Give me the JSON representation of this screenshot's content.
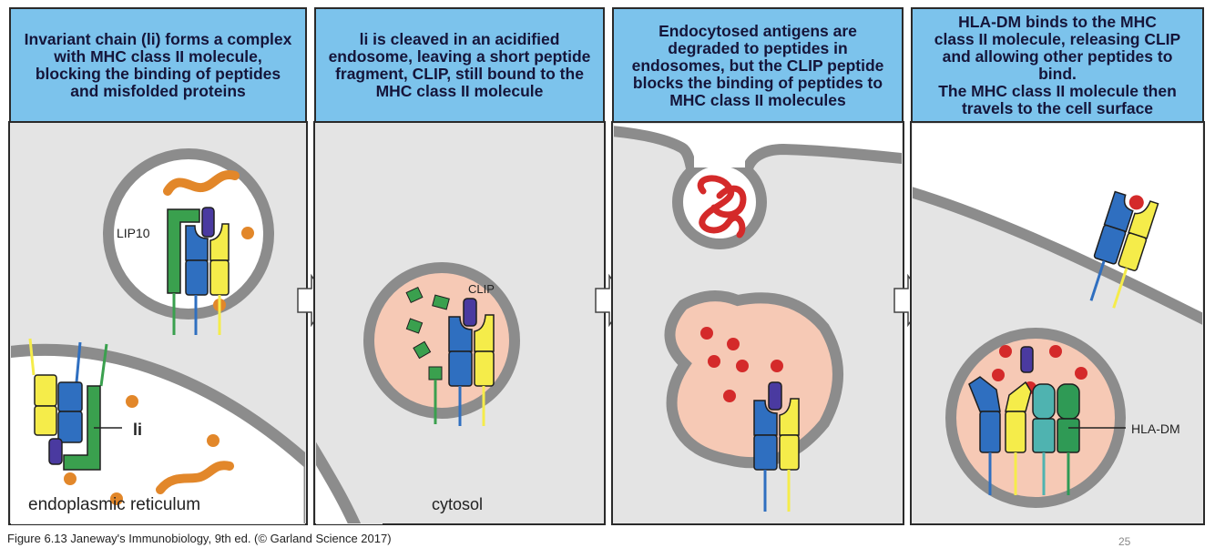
{
  "panels": [
    {
      "heading": [
        "Invariant chain (li) forms a complex",
        "with MHC class II molecule,",
        "blocking the binding of peptides",
        "and misfolded proteins"
      ]
    },
    {
      "heading": [
        "li is cleaved in an acidified",
        "endosome, leaving a short peptide",
        "fragment, CLIP, still bound to the",
        "MHC class II molecule"
      ]
    },
    {
      "heading": [
        "Endocytosed antigens are",
        "degraded to peptides in",
        "endosomes, but the CLIP peptide",
        "blocks the binding of peptides to",
        "MHC class II molecules"
      ]
    },
    {
      "heading": [
        "HLA-DM binds to the MHC",
        "class II molecule, releasing CLIP",
        "and allowing other peptides to bind.",
        "The MHC class II molecule then",
        "travels to the cell surface"
      ]
    }
  ],
  "labels": {
    "lip10": "LIP10",
    "li": "li",
    "er": "endoplasmic reticulum",
    "clip": "CLIP",
    "cytosol": "cytosol",
    "hla_dm": "HLA-DM"
  },
  "caption": "Figure 6.13 Janeway's Immunobiology, 9th ed. (© Garland Science 2017)",
  "page_number": "25",
  "colors": {
    "header_bg": "#7cc3ec",
    "panel_bg": "#e4e4e4",
    "vesicle_wall": "#8c8c8c",
    "endosome_fill": "#f6c9b5",
    "blue_chain": "#2f6fc0",
    "yellow_chain": "#f5ec4a",
    "invariant_chain": "#3aa04e",
    "clip_fragment": "#4a3aa0",
    "peptide": "#e2872a",
    "antigen": "#d42a2a",
    "hla_dm_teal": "#4fb3b0",
    "hla_dm_green": "#2f9a55"
  }
}
